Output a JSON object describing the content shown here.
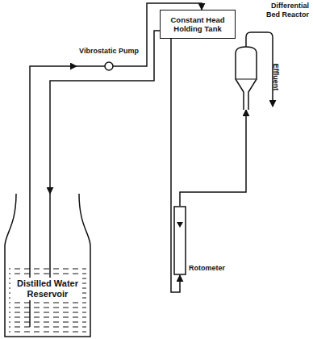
{
  "diagram": {
    "nodes": [
      {
        "text": [
          "Distilled Water Reservoir"
        ]
      },
      {
        "text": [
          "Vibrostatic Pump"
        ]
      },
      {
        "text": [
          "Constant Head Holding Tank"
        ]
      },
      {
        "text": [
          "Rotometer"
        ]
      },
      {
        "text": [
          "Differential Bed Reactor"
        ]
      }
    ],
    "edges": [
      {
        "from": 0,
        "to": 1,
        "arrow": "to"
      },
      {
        "from": 1,
        "to": 2,
        "arrow": "to"
      },
      {
        "from": 2,
        "to": 0,
        "arrow": "to"
      },
      {
        "from": 2,
        "to": 3,
        "arrow": "to"
      },
      {
        "from": 3,
        "to": 4,
        "arrow": "to"
      }
    ],
    "labels": [
      "Effluent"
    ]
  }
}
